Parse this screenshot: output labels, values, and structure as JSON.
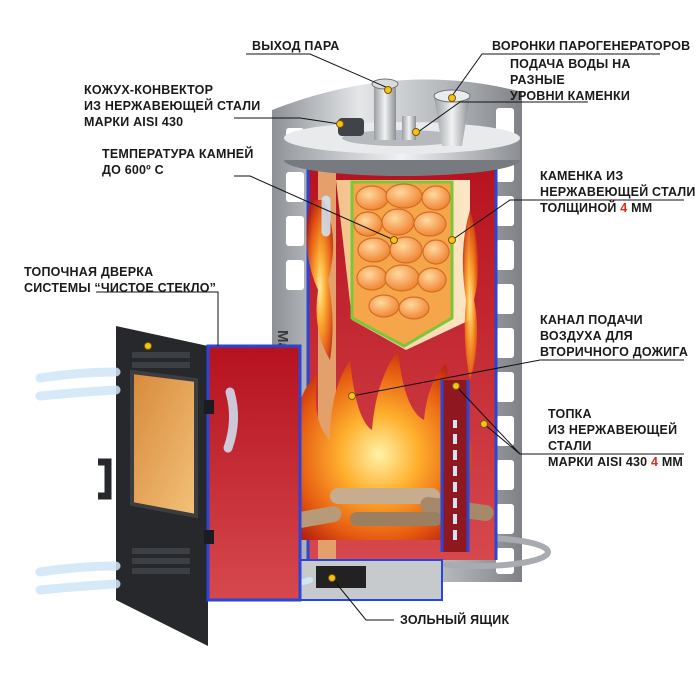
{
  "colors": {
    "accent": "#e32b1b",
    "flame": "#f28a1a",
    "steel": "#b9bcc0",
    "firebox_red": "#c8232c",
    "edge_blue": "#2a45d8",
    "marker_yellow": "#f6c21a",
    "air_arrow": "#cfe6f7"
  },
  "brand_text": "Mastermet",
  "labels": {
    "steam_outlet": {
      "lines": [
        "ВЫХОД ПАРА"
      ]
    },
    "steam_funnels": {
      "lines": [
        "ВОРОНКИ ПАРОГЕНЕРАТОРОВ"
      ]
    },
    "water_feed": {
      "lines": [
        "ПОДАЧА ВОДЫ НА",
        "РАЗНЫЕ",
        "УРОВНИ КАМЕНКИ"
      ]
    },
    "convector": {
      "lines": [
        "КОЖУХ-КОНВЕКТОР",
        "ИЗ НЕРЖАВЕЮЩЕЙ СТАЛИ",
        "МАРКИ AISI 430"
      ]
    },
    "stone_temp": {
      "lines": [
        "ТЕМПЕРАТУРА КАМНЕЙ",
        "ДО 600º С"
      ]
    },
    "stone_box": {
      "lines": [
        "КАМЕНКА ИЗ",
        "НЕРЖАВЕЮЩЕЙ СТАЛИ"
      ],
      "last_prefix": "ТОЛЩИНОЙ ",
      "last_accent": "4",
      "last_suffix": " ММ"
    },
    "fire_door": {
      "lines": [
        "ТОПОЧНАЯ ДВЕРКА",
        "СИСТЕМЫ “ЧИСТОЕ СТЕКЛО”"
      ]
    },
    "air_channel": {
      "lines": [
        "КАНАЛ ПОДАЧИ",
        "ВОЗДУХА ДЛЯ",
        "ВТОРИЧНОГО ДОЖИГА"
      ]
    },
    "firebox": {
      "lines": [
        "ТОПКА",
        "ИЗ НЕРЖАВЕЮЩЕЙ",
        "СТАЛИ"
      ],
      "last_prefix": "МАРКИ AISI 430 ",
      "last_accent": "4",
      "last_suffix": " ММ"
    },
    "ash_box": {
      "lines": [
        "ЗОЛЬНЫЙ ЯЩИК"
      ]
    }
  }
}
